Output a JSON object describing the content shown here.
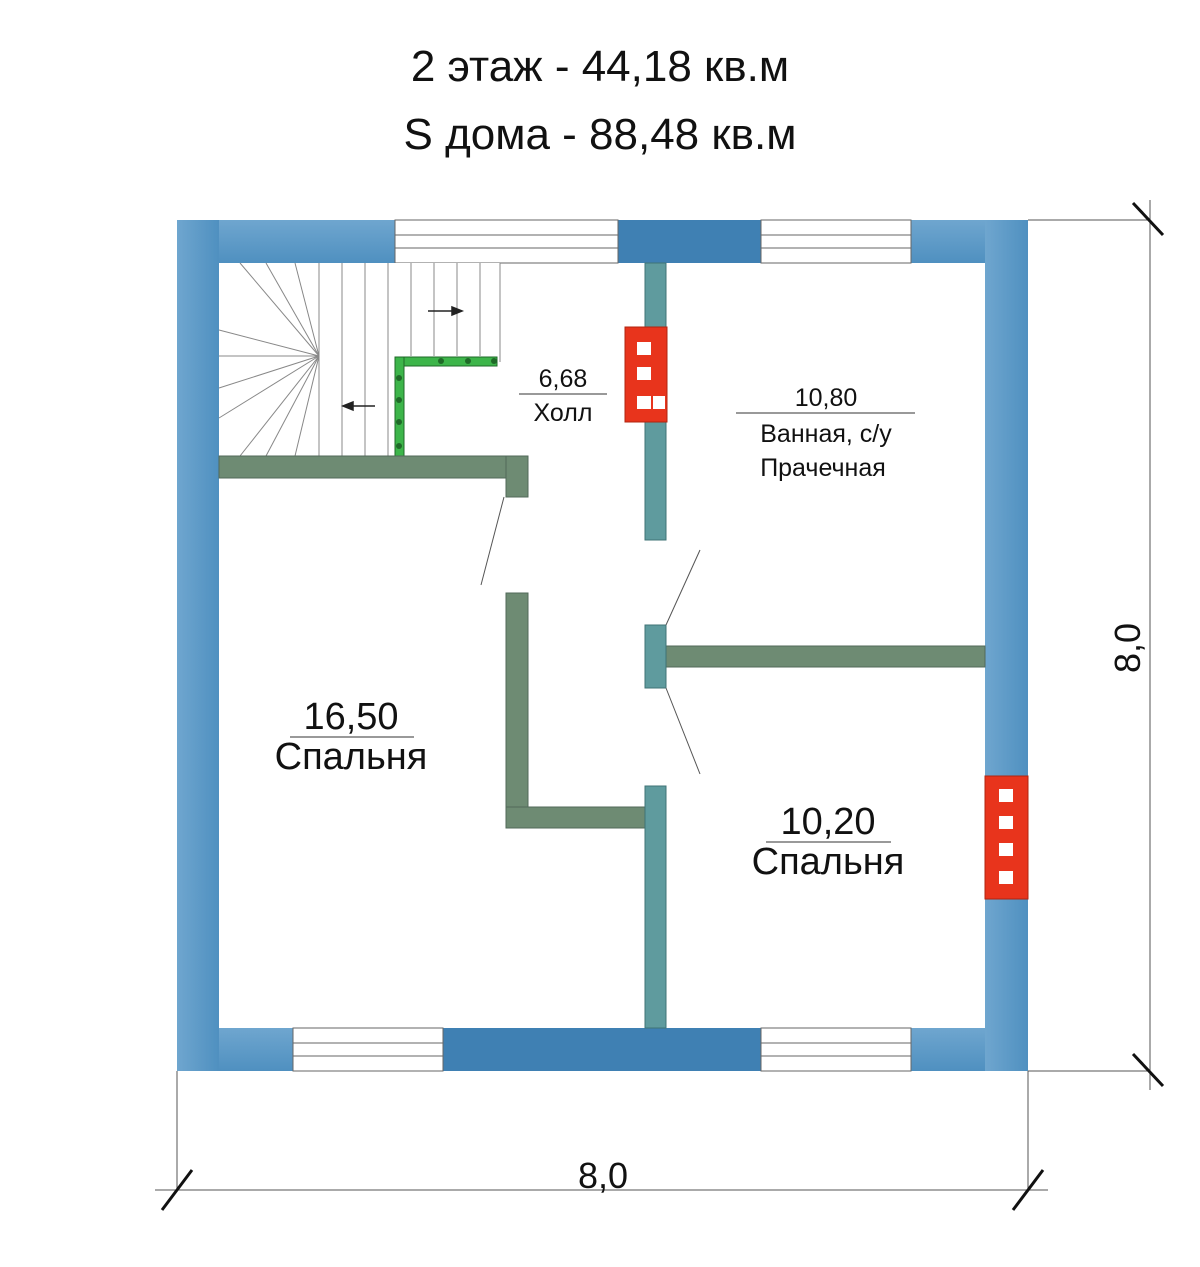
{
  "header": {
    "floor_line": "2 этаж - 44,18 кв.м",
    "house_line": "S дома - 88,48 кв.м"
  },
  "rooms": {
    "hall": {
      "area": "6,68",
      "name": "Холл"
    },
    "bath": {
      "area": "10,80",
      "name": "Ванная, с/у",
      "name2": "Прачечная"
    },
    "bedroom_left": {
      "area": "16,50",
      "name": "Спальня"
    },
    "bedroom_right": {
      "area": "10,20",
      "name": "Спальня"
    }
  },
  "dimensions": {
    "width": "8,0",
    "height": "8,0"
  },
  "colors": {
    "outer_wall": "#5b9ac6",
    "outer_wall_dark": "#3f80b3",
    "inner_wall": "#6e8b73",
    "partition": "#5f9b9e",
    "chimney": "#e8341c",
    "railing": "#3db54a"
  }
}
